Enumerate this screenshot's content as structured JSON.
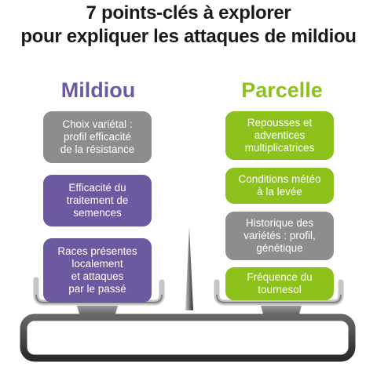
{
  "title": {
    "line1": "7 points-clés à explorer",
    "line2": "pour expliquer les attaques de mildiou"
  },
  "columns": {
    "left": {
      "heading": "Mildiou",
      "boxes": [
        {
          "text": "Choix variétal :\nprofil efficacité\nde la résistance",
          "color": "gray"
        },
        {
          "text": "Efficacité du\ntraitement de\nsemences",
          "color": "purple"
        },
        {
          "text": "Races présentes\nlocalement\net attaques\npar le passé",
          "color": "purple"
        }
      ]
    },
    "right": {
      "heading": "Parcelle",
      "boxes": [
        {
          "text": "Repousses et\nadventices\nmultiplicatrices",
          "color": "green"
        },
        {
          "text": "Conditions météo\nà la levée",
          "color": "green"
        },
        {
          "text": "Historique des\nvariétés : profil,\ngénétique",
          "color": "gray"
        },
        {
          "text": "Fréquence du\ntournesol",
          "color": "green"
        }
      ]
    }
  },
  "colors": {
    "purple": "#6b5aa0",
    "green": "#8cc21b",
    "gray": "#8d8d8d"
  }
}
